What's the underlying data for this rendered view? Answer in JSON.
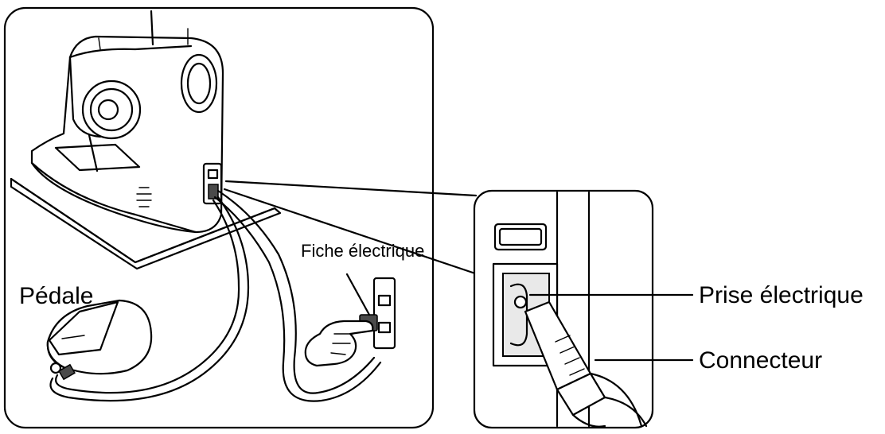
{
  "labels": {
    "pedal": "Pédale",
    "plug": "Fiche électrique",
    "power_socket": "Prise électrique",
    "connector": "Connecteur"
  },
  "colors": {
    "ink": "#000000",
    "background": "#ffffff",
    "shade": "#e9e9e9"
  }
}
